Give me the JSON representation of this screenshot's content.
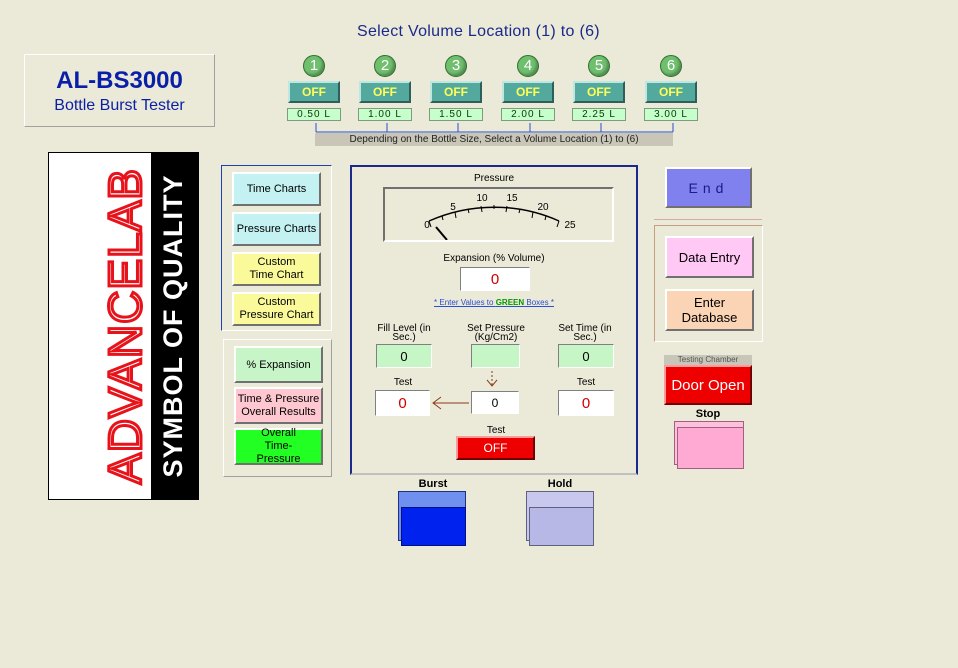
{
  "header": {
    "select_volume_title": "Select Volume Location (1) to (6)"
  },
  "product": {
    "model": "AL-BS3000",
    "name": "Bottle Burst Tester"
  },
  "volumes": [
    {
      "num": "1",
      "state": "OFF",
      "volume": "0.50 L"
    },
    {
      "num": "2",
      "state": "OFF",
      "volume": "1.00 L"
    },
    {
      "num": "3",
      "state": "OFF",
      "volume": "1.50 L"
    },
    {
      "num": "4",
      "state": "OFF",
      "volume": "2.00 L"
    },
    {
      "num": "5",
      "state": "OFF",
      "volume": "2.25 L"
    },
    {
      "num": "6",
      "state": "OFF",
      "volume": "3.00 L"
    }
  ],
  "volume_hint": "Depending on the Bottle Size, Select a Volume Location (1) to (6)",
  "logo": {
    "brand": "ADVANCELAB",
    "tagline": "SYMBOL OF QUALITY"
  },
  "charts_menu": {
    "time_charts": "Time Charts",
    "pressure_charts": "Pressure Charts",
    "custom_time_chart": "Custom Time Chart",
    "custom_pressure_chart": "Custom Pressure Chart"
  },
  "results_menu": {
    "expansion": "% Expansion",
    "time_pressure_results": "Time & Pressure Overall Results",
    "overall_time_pressure": "Overall Time-Pressure"
  },
  "gauge": {
    "title": "Pressure",
    "ticks": [
      "0",
      "5",
      "10",
      "15",
      "20",
      "25"
    ],
    "value": 0
  },
  "expansion": {
    "label": "Expansion (% Volume)",
    "value": "0"
  },
  "enter_hint": {
    "prefix": "* Enter Values to ",
    "green": "GREEN",
    "suffix": " Boxes *"
  },
  "fill_level": {
    "label": "Fill Level (in Sec.)",
    "value": "0"
  },
  "set_pressure": {
    "label": "Set Pressure (Kg/Cm2)",
    "value": ""
  },
  "set_time": {
    "label": "Set Time (in Sec.)",
    "value": "0"
  },
  "test_left": {
    "label": "Test",
    "value": "0"
  },
  "test_mid": {
    "value": "0"
  },
  "test_right": {
    "label": "Test",
    "value": "0"
  },
  "test_toggle": {
    "label": "Test",
    "state": "OFF"
  },
  "burst": {
    "label": "Burst"
  },
  "hold": {
    "label": "Hold"
  },
  "end_button": "End",
  "data_entry": "Data Entry",
  "enter_database": "Enter Database",
  "testing_chamber": {
    "title": "Testing Chamber",
    "status": "Door Open"
  },
  "stop": {
    "label": "Stop"
  },
  "colors": {
    "background": "#ebe9d8",
    "brand_red": "#e8121b",
    "title_blue": "#0a1fa8"
  }
}
